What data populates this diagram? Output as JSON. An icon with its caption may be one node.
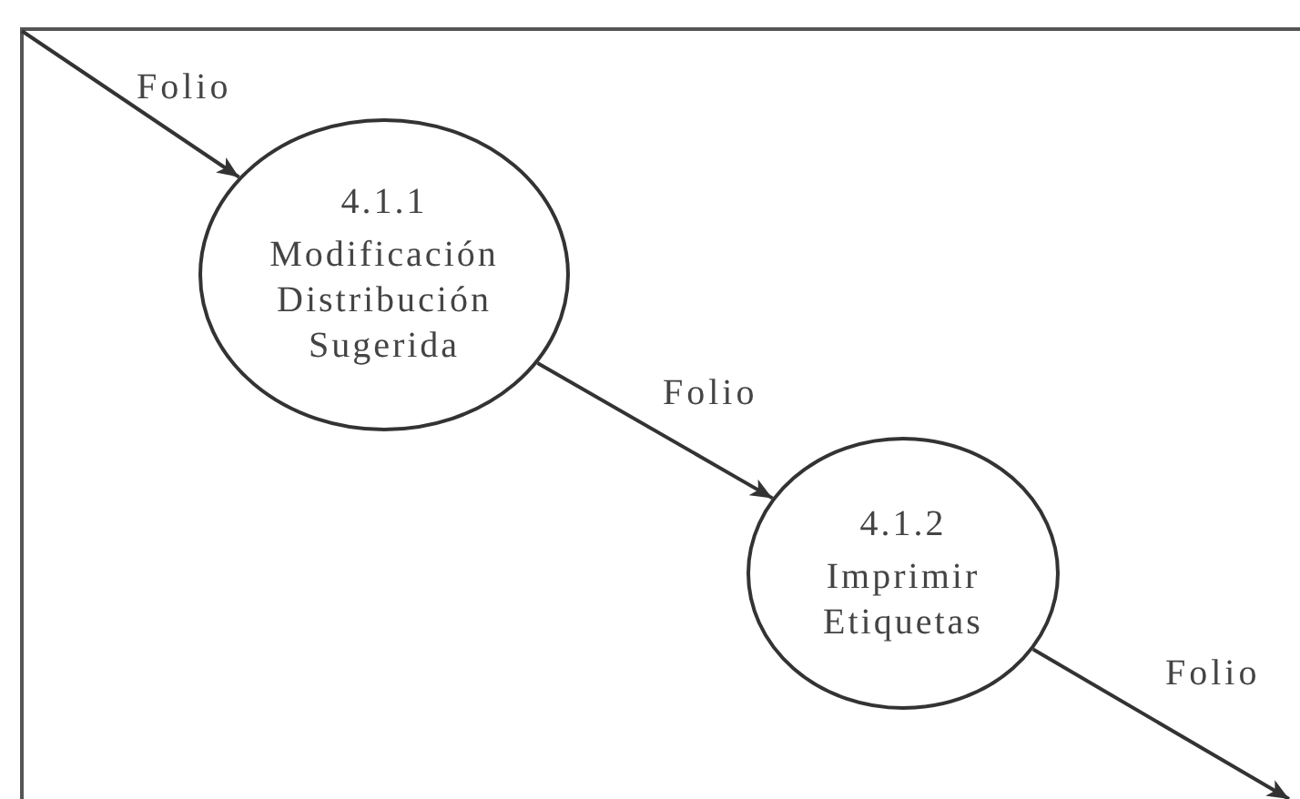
{
  "diagram": {
    "nodes": [
      {
        "text": [
          "4.1.1",
          "Modificación Distribución Sugerida"
        ]
      },
      {
        "text": [
          "4.1.2",
          "Imprimir Etiquetas"
        ]
      }
    ],
    "edges": [
      {
        "from": null,
        "to": 0,
        "arrow": "to",
        "label": "Folio"
      },
      {
        "from": 0,
        "to": 1,
        "arrow": "to",
        "label": "Folio"
      },
      {
        "from": 1,
        "to": null,
        "arrow": "to",
        "label": "Folio"
      }
    ]
  }
}
